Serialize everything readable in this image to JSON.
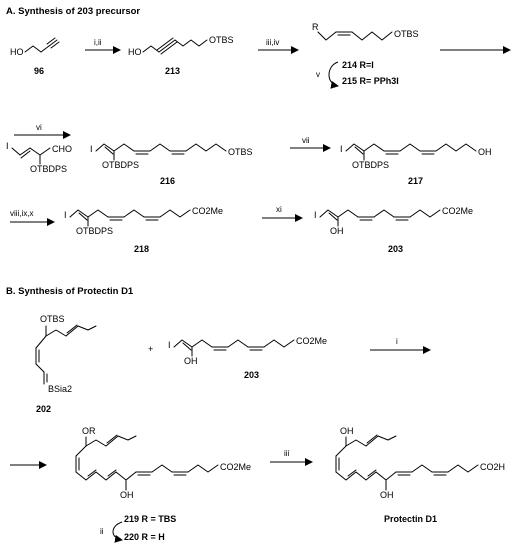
{
  "sections": {
    "a_title": "A. Synthesis of 203 precursor",
    "b_title": "B. Synthesis of Protectin D1"
  },
  "labels": {
    "ho": "HO",
    "oh": "OH",
    "otbs": "OTBS",
    "otbdps": "OTBDPS",
    "iodo": "I",
    "cho": "CHO",
    "co2me": "CO2Me",
    "co2h": "CO2H",
    "r": "R",
    "or": "OR",
    "bsia2": "BSia2",
    "plus": "+",
    "r_i": "214 R=I",
    "r_pph3": "215 R= PPh3I",
    "r_tbs": "219  R = TBS",
    "r_h": "220  R = H"
  },
  "compounds": {
    "c96": "96",
    "c213": "213",
    "c216": "216",
    "c217": "217",
    "c218": "218",
    "c203": "203",
    "c203b": "203",
    "c202": "202",
    "pd1": "Protectin D1"
  },
  "conditions": {
    "i_ii": "i,ii",
    "iii_iv": "iii,iv",
    "v": "v",
    "vi": "vi",
    "vii": "vii",
    "viii_x": "viii,ix,x",
    "xi": "xi",
    "b_i": "i",
    "b_ii": "ii",
    "b_iii": "iii"
  }
}
